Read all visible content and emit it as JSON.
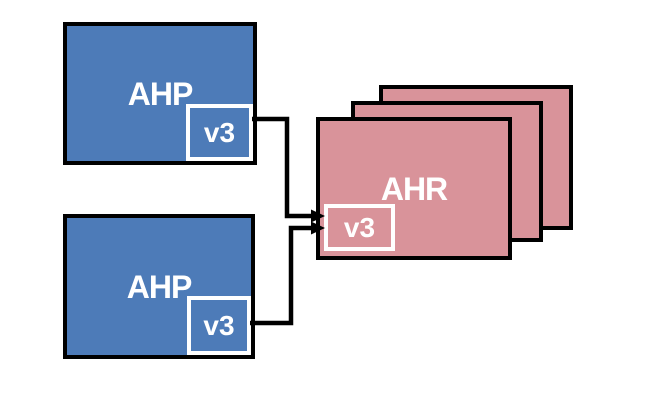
{
  "diagram": {
    "background": "#ffffff",
    "nodes": {
      "ahp_top": {
        "label": "AHP",
        "version": "v3",
        "fill": "#4d7bb8"
      },
      "ahp_bottom": {
        "label": "AHP",
        "version": "v3",
        "fill": "#4d7bb8"
      },
      "ahr": {
        "label": "AHR",
        "version": "v3",
        "fill": "#d9939a",
        "stack_count": 3
      }
    },
    "connections": [
      {
        "from": "ahp_top.v3",
        "to": "ahr.v3"
      },
      {
        "from": "ahp_bottom.v3",
        "to": "ahr.v3"
      }
    ],
    "colors": {
      "line": "#000000",
      "text": "#ffffff",
      "badge_border": "#ffffff"
    }
  }
}
